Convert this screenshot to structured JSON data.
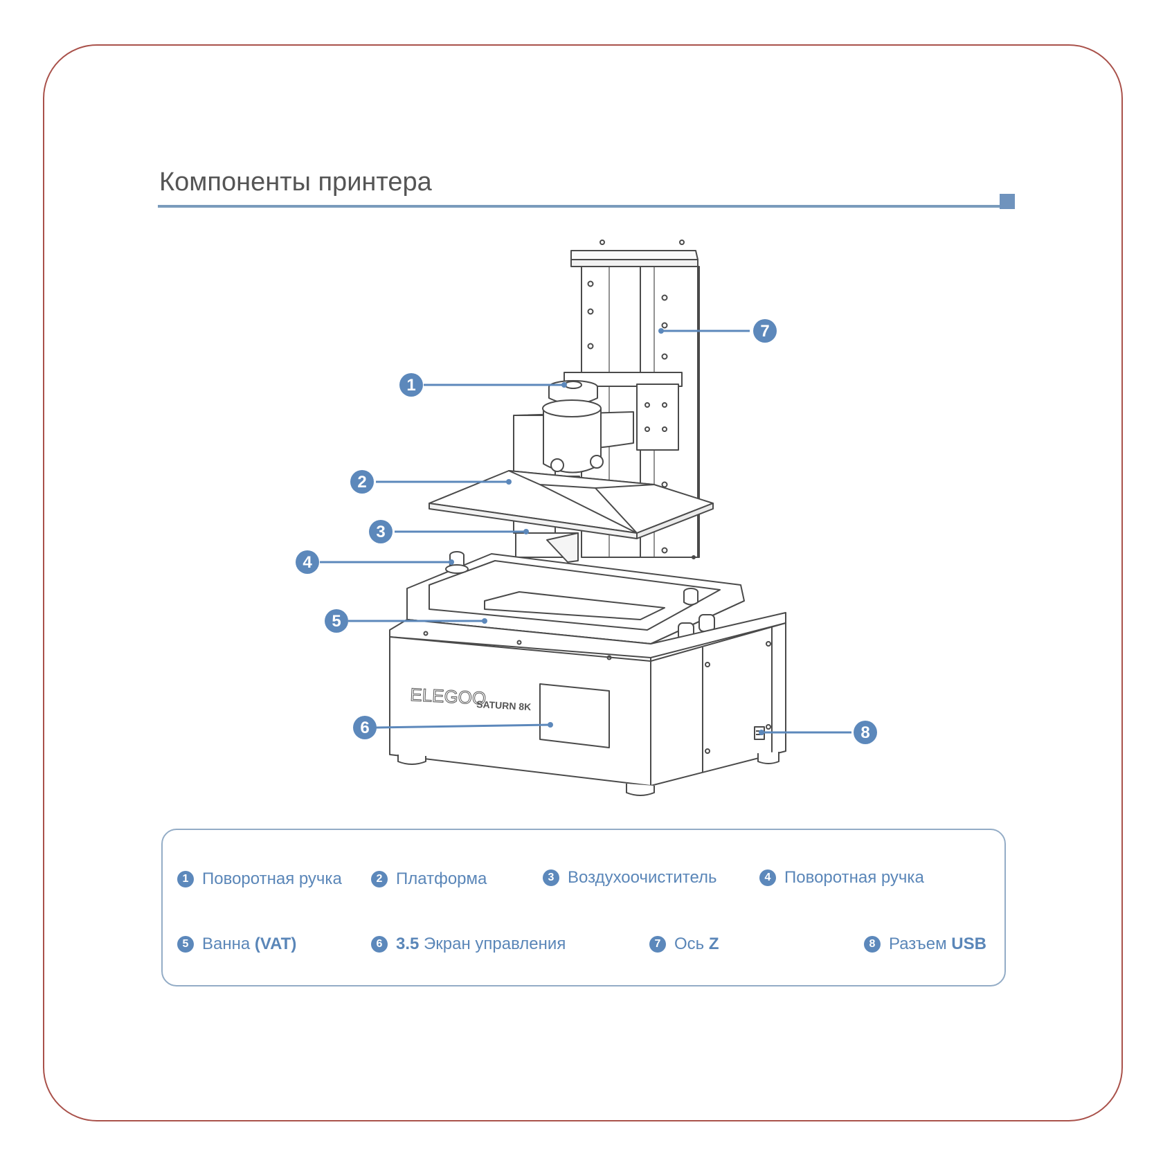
{
  "title": "Компоненты принтера",
  "printer_branding": {
    "brand": "ELEGOO",
    "model": "SATURN 8K"
  },
  "colors": {
    "frame_border": "#a9514a",
    "accent_blue": "#5c88bb",
    "title_text": "#555555",
    "line_drawing": "#4a4a4a"
  },
  "callouts": [
    {
      "num": "1"
    },
    {
      "num": "2"
    },
    {
      "num": "3"
    },
    {
      "num": "4"
    },
    {
      "num": "5"
    },
    {
      "num": "6"
    },
    {
      "num": "7"
    },
    {
      "num": "8"
    }
  ],
  "legend": [
    {
      "num": "1",
      "label": "Поворотная ручка",
      "bold": ""
    },
    {
      "num": "2",
      "label": "Платформа",
      "bold": ""
    },
    {
      "num": "3",
      "label": "Воздухоочиститель",
      "bold": ""
    },
    {
      "num": "4",
      "label": "Поворотная ручка",
      "bold": ""
    },
    {
      "num": "5",
      "label": "Ванна ",
      "bold": "(VAT)"
    },
    {
      "num": "6",
      "bold_prefix": "3.5",
      "label": " Экран управления"
    },
    {
      "num": "7",
      "label": "Ось ",
      "bold": "Z"
    },
    {
      "num": "8",
      "label": "Разъем ",
      "bold": "USB"
    }
  ]
}
